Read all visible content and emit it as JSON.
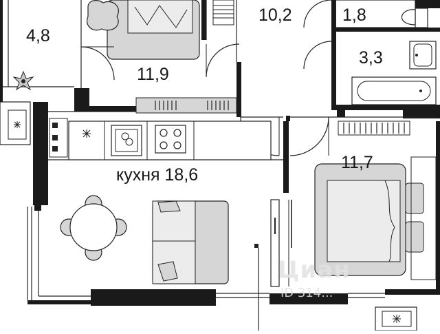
{
  "rooms": {
    "balcony": "4,8",
    "bedroom_left": "11,9",
    "hall": "10,2",
    "wc": "1,8",
    "bathroom": "3,3",
    "bedroom_right": "11,7",
    "kitchen": "кухня 18,6"
  },
  "watermark": {
    "brand": "Циан",
    "id": "ID 314..."
  },
  "colors": {
    "wall": "#1a1a1a",
    "furniture": "#d6d6d6",
    "stroke": "#222222",
    "background": "#ffffff"
  },
  "icons": [
    "plant-icon",
    "fan-icon",
    "stove-icon",
    "sink-icon",
    "toilet-icon",
    "bathtub-icon"
  ]
}
